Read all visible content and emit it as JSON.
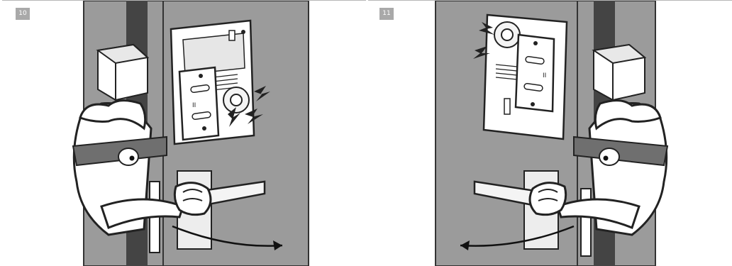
{
  "steps": [
    {
      "number": "10"
    },
    {
      "number": "11"
    }
  ],
  "device_labels": {
    "step10_label": "II",
    "step11_label": "II"
  }
}
